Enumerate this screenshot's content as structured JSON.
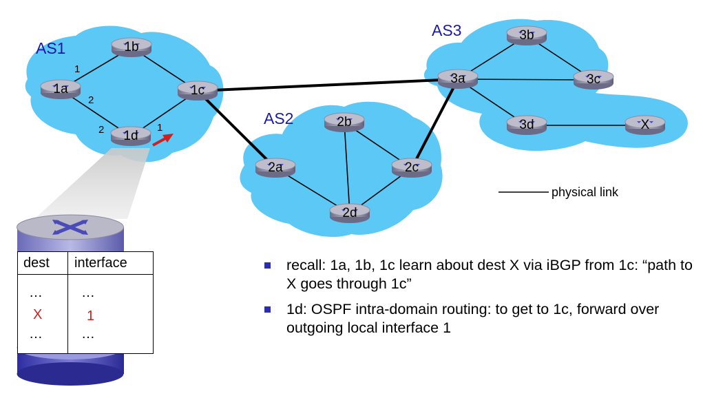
{
  "as_labels": {
    "as1": "AS1",
    "as2": "AS2",
    "as3": "AS3"
  },
  "routers": {
    "r1a": "1a",
    "r1b": "1b",
    "r1c": "1c",
    "r1d": "1d",
    "r2a": "2a",
    "r2b": "2b",
    "r2c": "2c",
    "r2d": "2d",
    "r3a": "3a",
    "r3b": "3b",
    "r3c": "3c",
    "r3d": "3d",
    "rx": "X"
  },
  "interface_labels": {
    "a1_1": "1",
    "a1_2": "2",
    "d_2": "2",
    "d_1": "1"
  },
  "legend": {
    "physical_link": "physical link"
  },
  "forwarding_table": {
    "header_dest": "dest",
    "header_interface": "interface",
    "rows": [
      {
        "dest": "…",
        "interface": "…"
      },
      {
        "dest": "X",
        "interface": "1"
      },
      {
        "dest": "…",
        "interface": "…"
      }
    ]
  },
  "bullets": [
    {
      "text": "recall: 1a, 1b, 1c learn about dest X via iBGP from 1c: “path to X goes through 1c”"
    },
    {
      "text": "1d: OSPF intra-domain routing: to get to 1c, forward over outgoing local interface 1"
    }
  ],
  "colors": {
    "cloud": "#5bc8f5",
    "router_top": "#b9b9c7",
    "router_side": "#7d7d99",
    "as_label": "#1a1aa6",
    "highlight_red": "#d11f1f",
    "bullet": "#2b2bb8"
  },
  "icons": {
    "router": "router-icon",
    "arrow": "red-arrow-icon",
    "bullet": "square-bullet-icon"
  }
}
